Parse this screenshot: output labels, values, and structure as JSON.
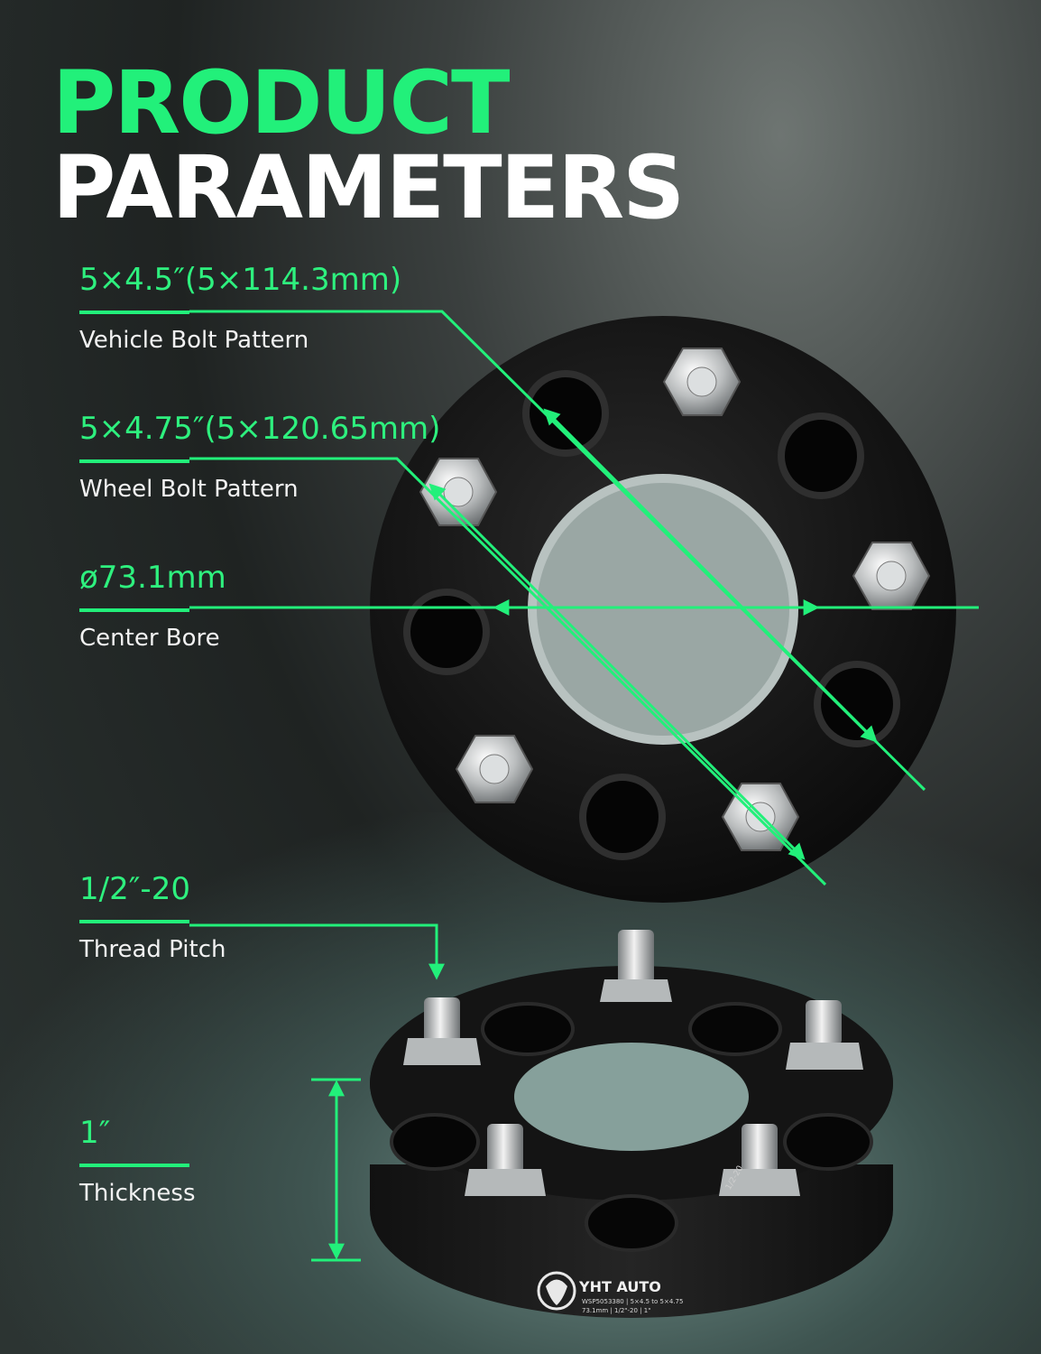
{
  "title": {
    "line1": "PRODUCT",
    "line2": "PARAMETERS"
  },
  "specs": [
    {
      "value": "5×4.5″(5×114.3mm)",
      "label": "Vehicle Bolt Pattern"
    },
    {
      "value": "5×4.75″(5×120.65mm)",
      "label": "Wheel Bolt Pattern"
    },
    {
      "value": "ø73.1mm",
      "label": "Center Bore"
    },
    {
      "value": "1/2″-20",
      "label": "Thread Pitch"
    },
    {
      "value": "1″",
      "label": "Thickness"
    }
  ],
  "product": {
    "brand": "YHT AUTO",
    "engraving_line1": "WSP5053380 | 5×4.5 to 5×4.75",
    "engraving_line2": "73.1mm | 1/2\"-20 | 1\"",
    "side_marking": "1/2-20"
  },
  "colors": {
    "accent": "#22f07a",
    "text": "#ffffff",
    "spacer": "#151515"
  }
}
